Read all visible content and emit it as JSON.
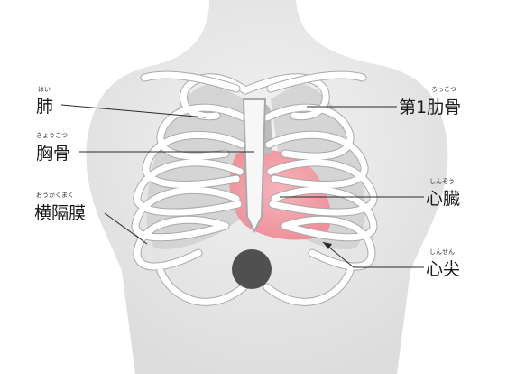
{
  "labels": {
    "lung": {
      "text": "肺",
      "reading": "はい"
    },
    "sternum": {
      "text": "胸骨",
      "reading": "きょうこつ"
    },
    "diaphragm": {
      "text": "横隔膜",
      "reading": "おうかくまく"
    },
    "rib": {
      "text": "第1肋骨",
      "reading": "ろっこつ"
    },
    "heart": {
      "text": "心臓",
      "reading": "しんぞう"
    },
    "apex": {
      "text": "心尖",
      "reading": "しんせん"
    }
  },
  "colors": {
    "skin": "#e9e9e9",
    "heart": "#f0a0a8",
    "lung": "#d2d2d2",
    "marker": "#505050"
  }
}
